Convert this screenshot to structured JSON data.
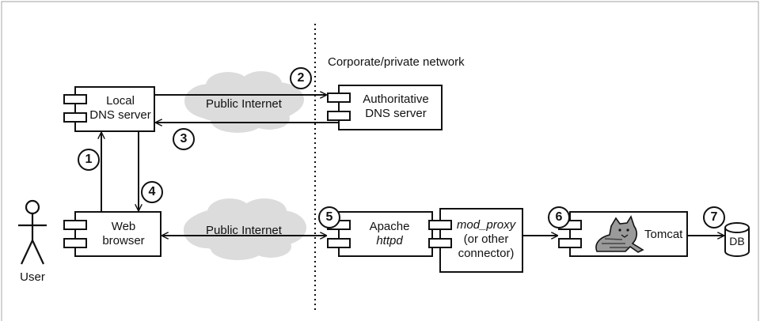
{
  "labels": {
    "corporate_network": "Corporate/private network",
    "cloud_top": "Public Internet",
    "cloud_bottom": "Public Internet",
    "user": "User",
    "db": "DB",
    "tomcat": "Tomcat"
  },
  "components": {
    "local_dns": {
      "line1": "Local",
      "line2": "DNS server"
    },
    "authoritative_dns": {
      "line1": "Authoritative",
      "line2": "DNS server"
    },
    "web_browser": {
      "line1": "Web",
      "line2": "browser"
    },
    "apache": {
      "line1": "Apache",
      "line2": "httpd"
    },
    "connector": {
      "line1": "mod_proxy",
      "line2": "(or other",
      "line3": "connector)"
    }
  },
  "steps": [
    "1",
    "2",
    "3",
    "4",
    "5",
    "6",
    "7"
  ],
  "colors": {
    "line": "#111111",
    "cloud": "#dcdcdc",
    "background": "#ffffff"
  }
}
